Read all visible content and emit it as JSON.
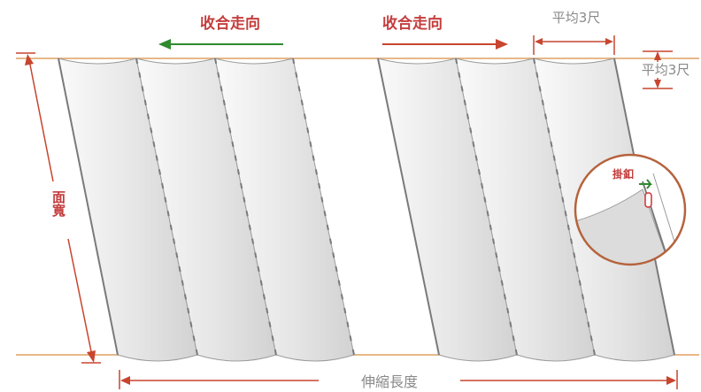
{
  "labels": {
    "fold_direction_left": "收合走向",
    "fold_direction_right": "收合走向",
    "average_width": "平均3尺",
    "average_height": "平均3尺",
    "face_width": "面寬",
    "hook_detail": "掛釦",
    "extended_length": "伸縮長度"
  },
  "colors": {
    "arrow": "#c8452f",
    "label_red": "#c43d3d",
    "label_gray": "#8a8a8a",
    "rail": "#e0a060",
    "green_arrow": "#2e8a2e",
    "panel_fill": "#e9e9e9",
    "panel_edge": "#9c9c9c"
  }
}
